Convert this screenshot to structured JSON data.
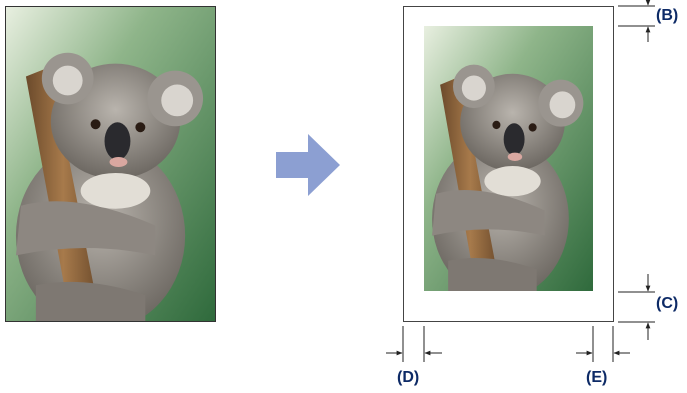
{
  "labels": {
    "b": "(B)",
    "c": "(C)",
    "d": "(D)",
    "e": "(E)"
  },
  "colors": {
    "arrow": "#8c9fd2",
    "label_text": "#0d2a66"
  },
  "icons": {
    "arrow": "right-arrow-icon"
  }
}
